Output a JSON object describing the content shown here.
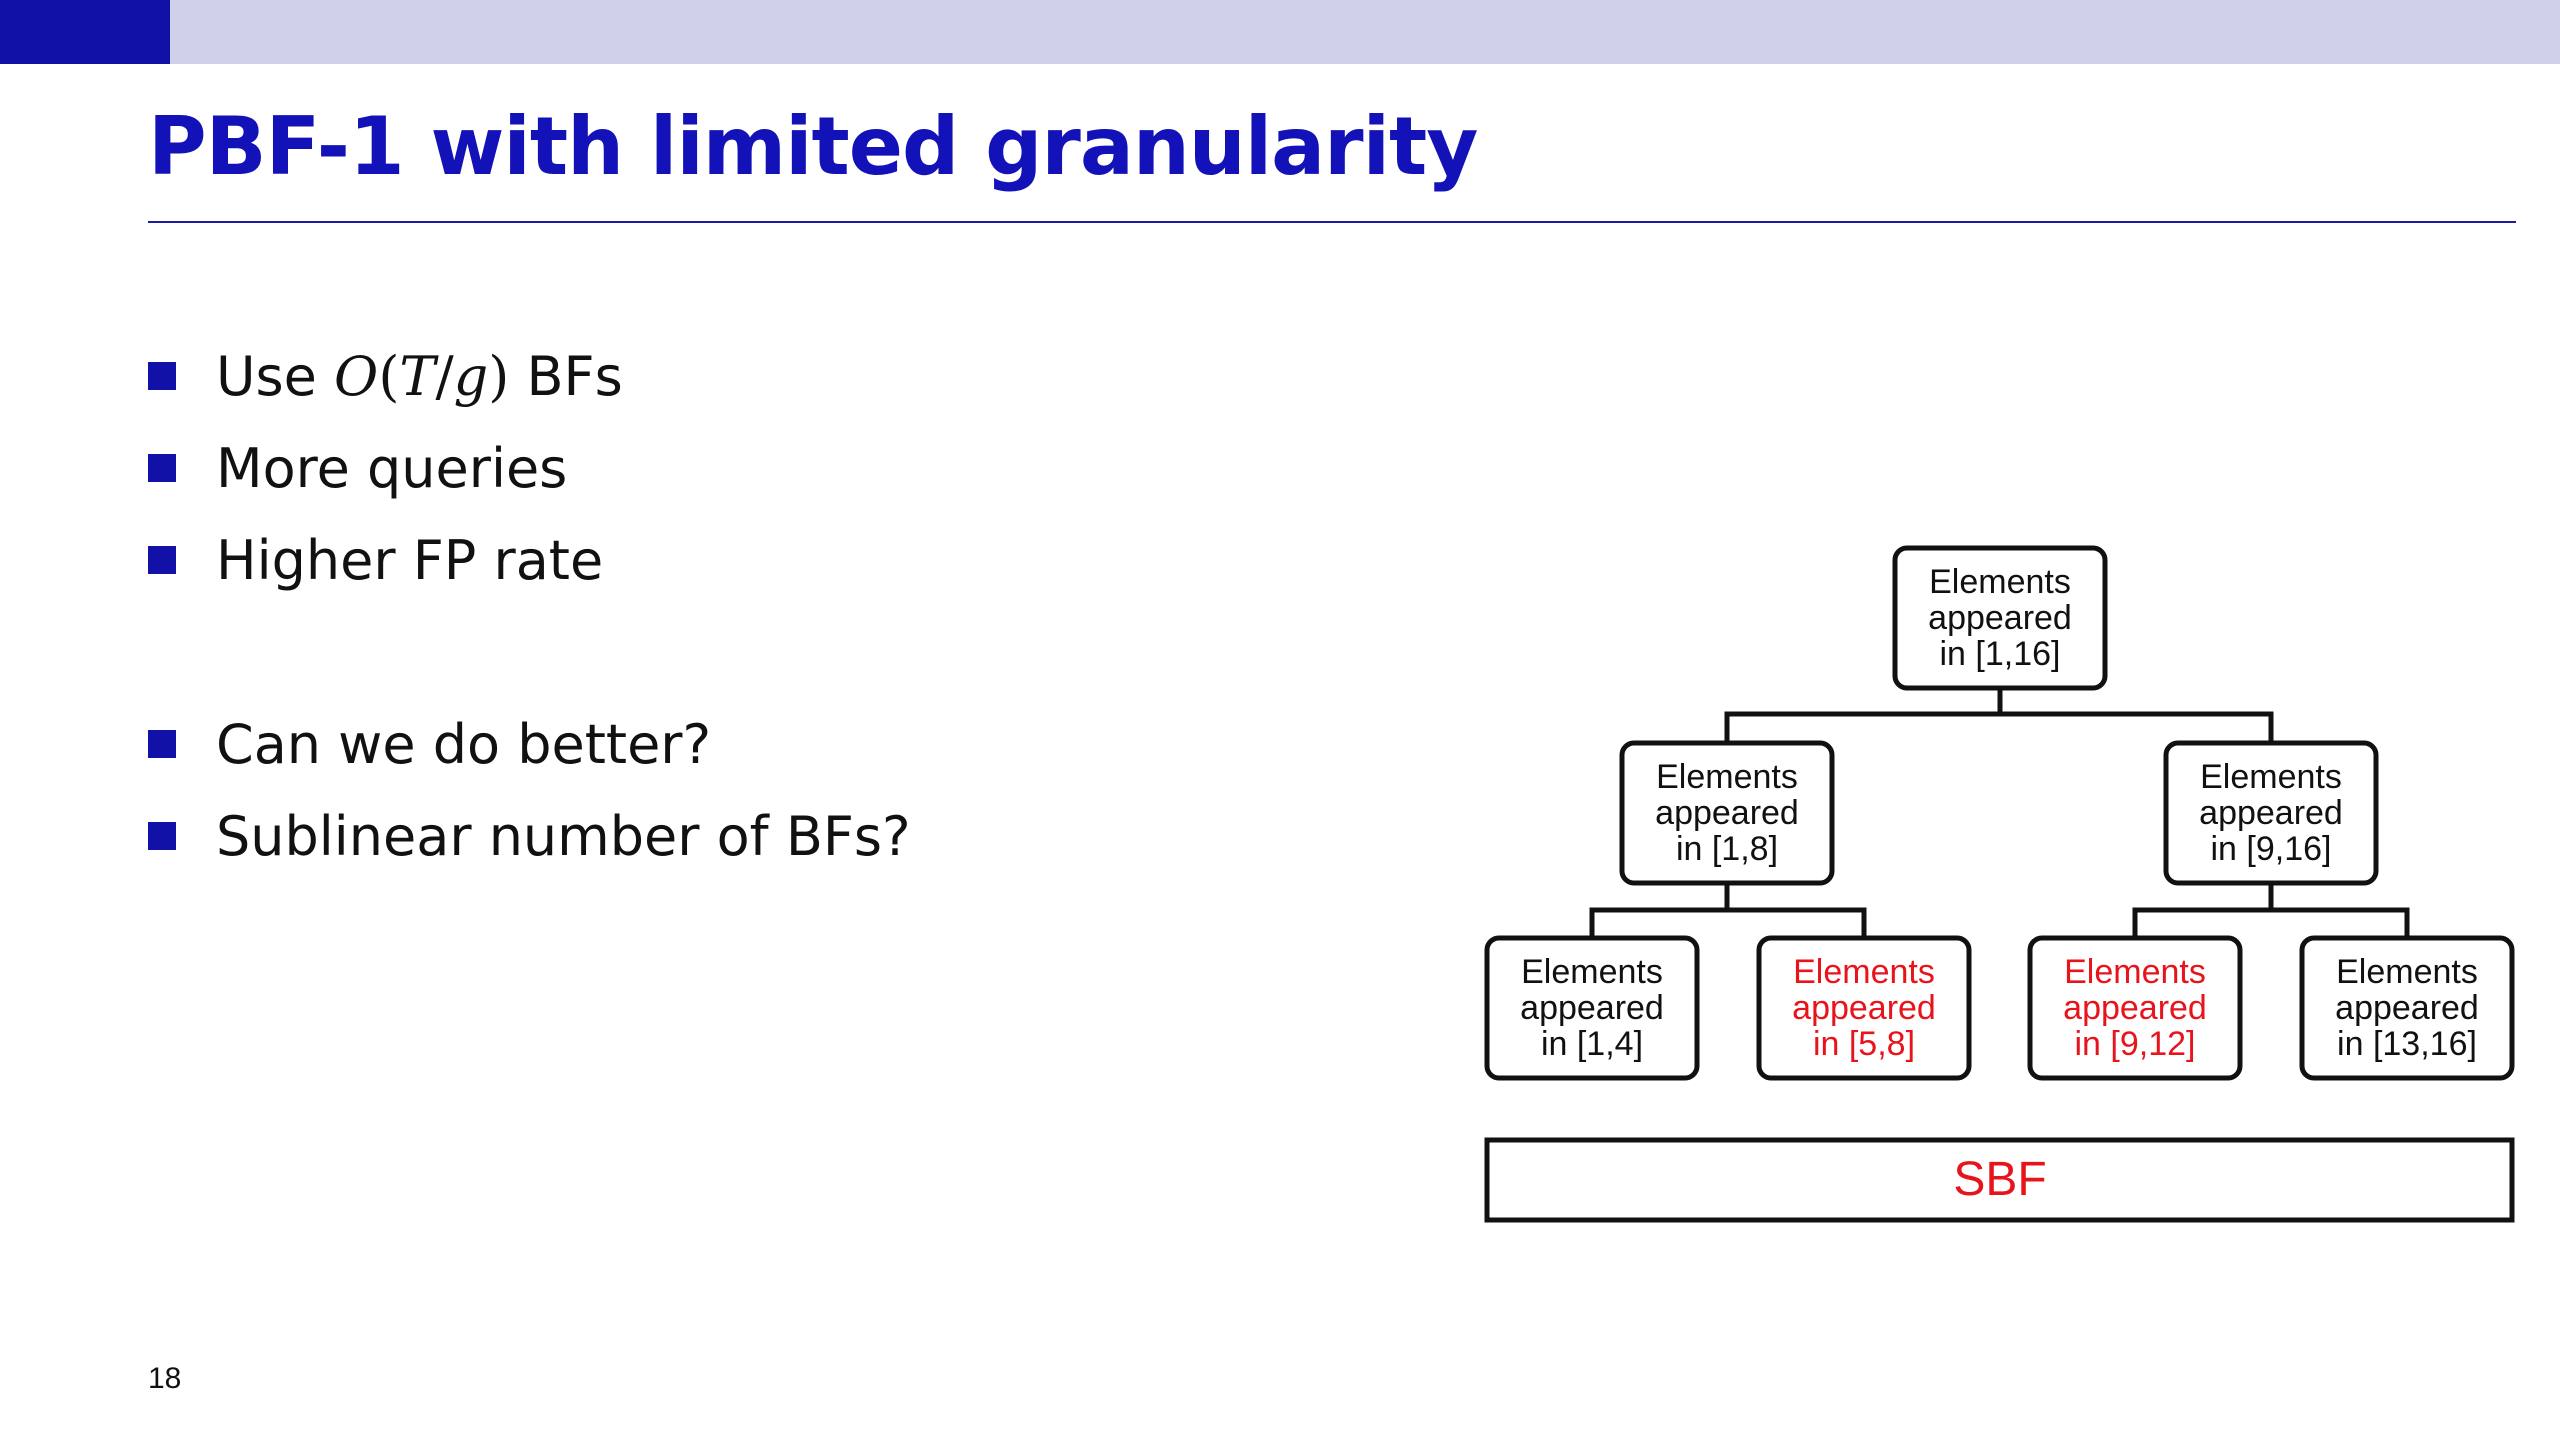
{
  "slide": {
    "title": "PBF-1 with limited granularity",
    "page_number": "18",
    "colors": {
      "accent": "#1111a8",
      "topbar": "#cfd1e9",
      "title": "#1212b8",
      "highlight": "#e8141b",
      "text": "#111111"
    }
  },
  "bullets": {
    "b1": {
      "prefix": "Use ",
      "math_O": "O",
      "math_lp": "(",
      "math_T": "T",
      "math_sl": "/",
      "math_g": "g",
      "math_rp": ")",
      "suffix": " BFs"
    },
    "b2": "More queries",
    "b3": "Higher FP rate",
    "b4": "Can we do better?",
    "b5": "Sublinear number of BFs?"
  },
  "tree": {
    "root": {
      "l1": "Elements",
      "l2": "appeared",
      "l3": "in [1,16]",
      "highlight": false
    },
    "left": {
      "l1": "Elements",
      "l2": "appeared",
      "l3": "in [1,8]",
      "highlight": false
    },
    "right": {
      "l1": "Elements",
      "l2": "appeared",
      "l3": "in [9,16]",
      "highlight": false
    },
    "leaf1": {
      "l1": "Elements",
      "l2": "appeared",
      "l3": "in [1,4]",
      "highlight": false
    },
    "leaf2": {
      "l1": "Elements",
      "l2": "appeared",
      "l3": "in [5,8]",
      "highlight": true
    },
    "leaf3": {
      "l1": "Elements",
      "l2": "appeared",
      "l3": "in [9,12]",
      "highlight": true
    },
    "leaf4": {
      "l1": "Elements",
      "l2": "appeared",
      "l3": "in [13,16]",
      "highlight": false
    },
    "sbf": "SBF"
  }
}
